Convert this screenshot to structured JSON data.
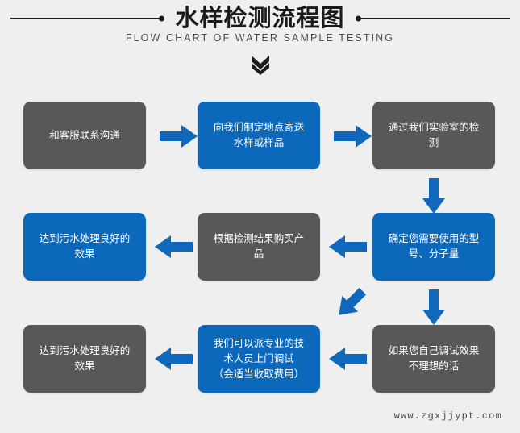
{
  "header": {
    "title": "水样检测流程图",
    "subtitle": "FLOW CHART OF WATER SAMPLE TESTING",
    "chevron_icon": "double-chevron-down-icon"
  },
  "colors": {
    "background": "#f0efef",
    "gray_node": "#595757",
    "blue_node": "#0c68bb",
    "arrow_blue": "#1068bd",
    "title_text": "#1a1a1a",
    "subtitle_text": "#4a4a4a",
    "node_text": "#ffffff",
    "footer_text": "#4c4c4c"
  },
  "flow": {
    "rows": [
      {
        "id": "row-1",
        "nodes": [
          {
            "id": "node-1",
            "label": "和客服联系沟通",
            "style": "gray"
          },
          {
            "id": "node-2",
            "label": "向我们制定地点寄送\n水样或样品",
            "style": "blue"
          },
          {
            "id": "node-3",
            "label": "通过我们实验室的检\n测",
            "style": "gray"
          }
        ]
      },
      {
        "id": "row-2",
        "nodes": [
          {
            "id": "node-6",
            "label": "达到污水处理良好的\n效果",
            "style": "blue"
          },
          {
            "id": "node-5",
            "label": "根据检测结果购买产\n品",
            "style": "gray"
          },
          {
            "id": "node-4",
            "label": "确定您需要使用的型\n号、分子量",
            "style": "blue"
          }
        ]
      },
      {
        "id": "row-3",
        "nodes": [
          {
            "id": "node-9",
            "label": "达到污水处理良好的\n效果",
            "style": "gray"
          },
          {
            "id": "node-8",
            "label": "我们可以派专业的技\n术人员上门调试\n（会适当收取费用）",
            "style": "blue"
          },
          {
            "id": "node-7",
            "label": "如果您自己调试效果\n不理想的话",
            "style": "gray"
          }
        ]
      }
    ],
    "connectors": [
      {
        "id": "arrow-r1-a",
        "icon": "arrow-right-icon",
        "direction": "right"
      },
      {
        "id": "arrow-r1-b",
        "icon": "arrow-right-icon",
        "direction": "right"
      },
      {
        "id": "arrow-down-1",
        "icon": "arrow-down-icon",
        "direction": "down"
      },
      {
        "id": "arrow-r2-a",
        "icon": "arrow-left-icon",
        "direction": "left"
      },
      {
        "id": "arrow-r2-b",
        "icon": "arrow-left-icon",
        "direction": "left"
      },
      {
        "id": "arrow-diag",
        "icon": "arrow-down-left-icon",
        "direction": "down-left"
      },
      {
        "id": "arrow-down-2",
        "icon": "arrow-down-icon",
        "direction": "down"
      },
      {
        "id": "arrow-r3-a",
        "icon": "arrow-left-icon",
        "direction": "left"
      },
      {
        "id": "arrow-r3-b",
        "icon": "arrow-left-icon",
        "direction": "left"
      }
    ]
  },
  "footer": {
    "url": "www.zgxjjypt.com"
  }
}
